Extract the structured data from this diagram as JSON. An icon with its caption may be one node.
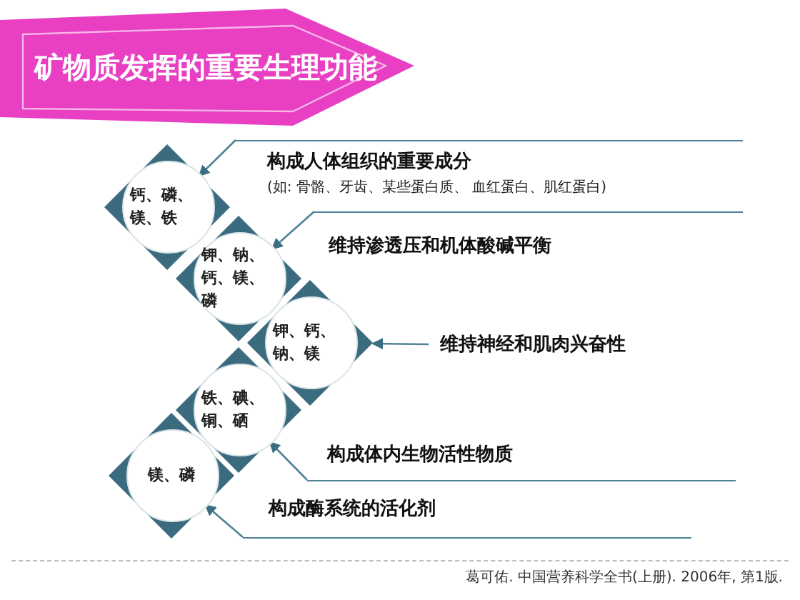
{
  "diagram": {
    "title": "矿物质发挥的重要生理功能",
    "nodes": [
      {
        "text": [
          "钙、磷、镁、铁"
        ]
      },
      {
        "text": [
          "钾、钠、钙、镁、磷"
        ]
      },
      {
        "text": [
          "钾、钙、钠、镁"
        ]
      },
      {
        "text": [
          "铁、碘、铜、硒"
        ]
      },
      {
        "text": [
          "镁、磷"
        ]
      },
      {
        "text": [
          "构成人体组织的重要成分",
          "(如: 骨骼、牙齿、某些蛋白质、 血红蛋白、肌红蛋白)"
        ]
      },
      {
        "text": [
          "维持渗透压和机体酸碱平衡"
        ]
      },
      {
        "text": [
          "维持神经和肌肉兴奋性"
        ]
      },
      {
        "text": [
          "构成体内生物活性物质"
        ]
      },
      {
        "text": [
          "构成酶系统的活化剂"
        ]
      }
    ],
    "edges": [
      {
        "from": 5,
        "to": 0,
        "arrow": "to"
      },
      {
        "from": 6,
        "to": 1,
        "arrow": "to"
      },
      {
        "from": 7,
        "to": 2,
        "arrow": "to"
      },
      {
        "from": 8,
        "to": 3,
        "arrow": "to"
      },
      {
        "from": 9,
        "to": 4,
        "arrow": "to"
      }
    ],
    "labels": [
      "葛可佑. 中国营养科学全书(上册). 2006年, 第1版."
    ]
  }
}
